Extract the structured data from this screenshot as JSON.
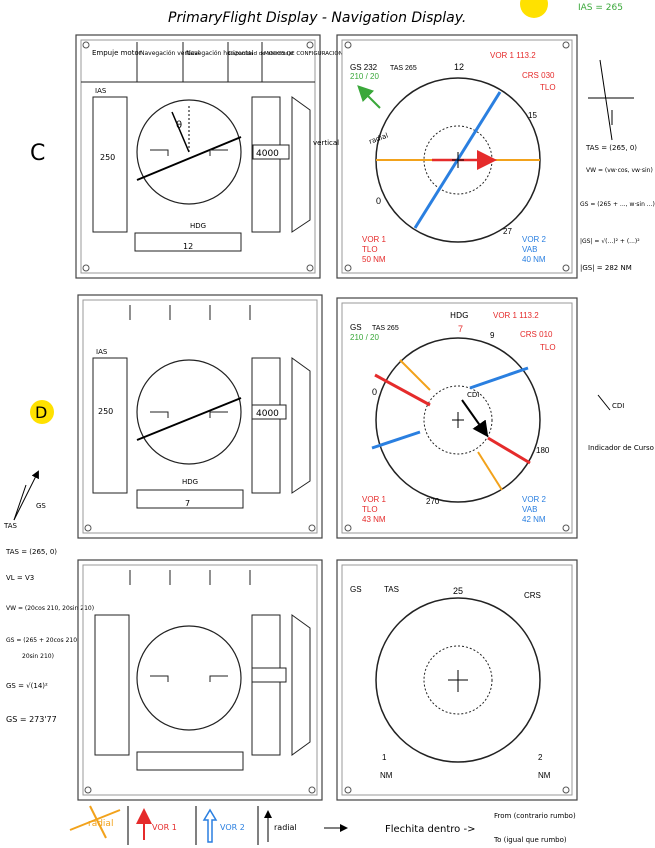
{
  "title": "PrimaryFlight Display - Navigation Display.",
  "corner_note": "IAS = 265",
  "colors": {
    "vor1": "#e52b2b",
    "vor2": "#2a7fe0",
    "radial": "#f2a21b",
    "gs_green": "#3aa83a",
    "highlight": "#ffe100"
  },
  "section_labels": [
    "C",
    "D"
  ],
  "pfd1": {
    "headers": [
      "Empuje motor",
      "Navegación vertical",
      "Navegación horizontal",
      "Capacidad de aterrizaje",
      "MODOS DE CONFIGURACIÓN"
    ],
    "ias": "IAS",
    "speed": "250",
    "theta": "θ",
    "alt": "4000",
    "vertical": "vertical",
    "hdg": "HDG",
    "hdg_val": "12"
  },
  "pfd2": {
    "ias": "IAS",
    "speed": "250",
    "alt": "4000",
    "hdg": "HDG",
    "hdg_val": "7"
  },
  "nd1": {
    "gs": "GS 232",
    "tas": "TAS 265",
    "wind": "210 / 20",
    "vor1": "VOR 1  113.2",
    "crs": "CRS 030",
    "tlo": "TLO",
    "ticks": [
      "12",
      "15",
      "0",
      "27"
    ],
    "label": "radial",
    "bl": [
      "VOR 1",
      "TLO",
      "50 NM"
    ],
    "br": [
      "VOR 2",
      "VAB",
      "40 NM"
    ]
  },
  "nd2": {
    "hdg": "HDG",
    "gs": "GS",
    "tas": "TAS 265",
    "wind": "210 / 20",
    "vor1": "VOR 1  113.2",
    "crs": "CRS 010",
    "tlo": "TLO",
    "ticks": [
      "7",
      "9",
      "0",
      "180",
      "270"
    ],
    "cdi": "CDI",
    "bl": [
      "VOR 1",
      "TLO",
      "43 NM"
    ],
    "br": [
      "VOR 2",
      "VAB",
      "42 NM"
    ]
  },
  "nd3": {
    "gs": "GS",
    "tas": "TAS",
    "hdg": "25",
    "crs": "CRS",
    "bl": [
      "1",
      "NM"
    ],
    "br": [
      "2",
      "NM"
    ]
  },
  "right_notes1": [
    "TAS = (265, 0)",
    "VW = (vw·cos, vw·sin)",
    "GS = (265 + ..., w·sin ...)",
    "|GS| = √(...)² + (...)²",
    "|GS| = 282 NM"
  ],
  "right_notes2": [
    "CDI",
    "Indicador de Curso desviación"
  ],
  "left_notes": [
    "TAS = (265, 0)",
    "VL = V3",
    "VW = (20cos 210, 20sin 210)",
    "GS = (265 + 20cos 210,",
    "20sin 210)",
    "GS = √(14)²",
    "GS = 273'77"
  ],
  "left_vec": {
    "gs": "GS",
    "tas": "TAS"
  },
  "legend": [
    "radial",
    "VOR 1",
    "VOR 2",
    "radial"
  ],
  "flechita": "Flechita dentro ->",
  "from_to": [
    "From (contrario rumbo)",
    "To (igual que rumbo)"
  ]
}
